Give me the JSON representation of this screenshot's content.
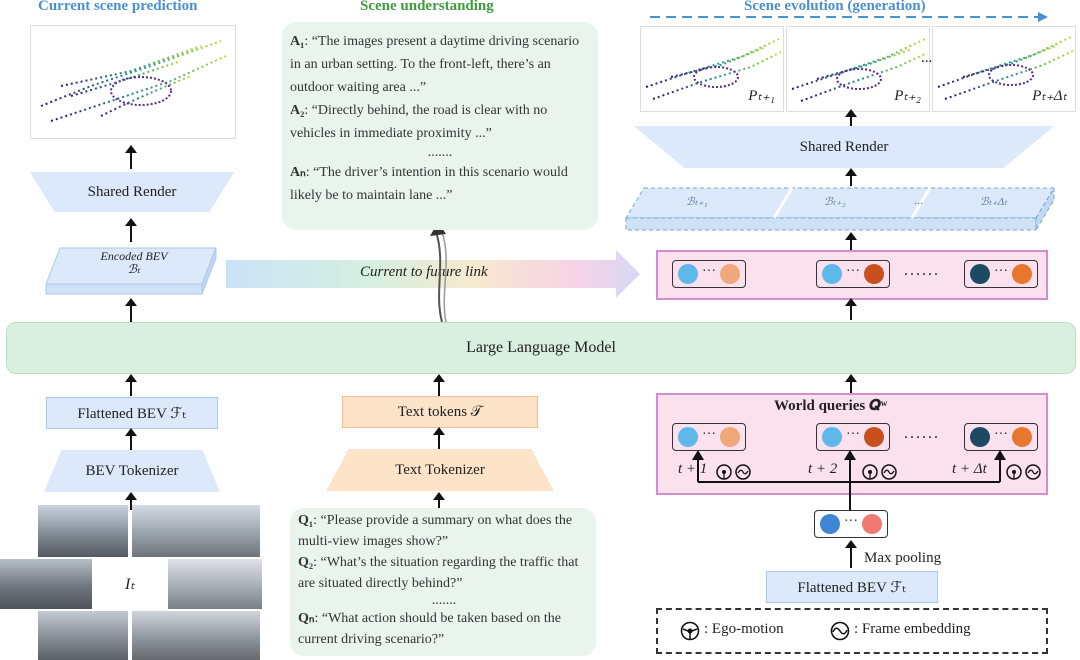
{
  "headings": {
    "current": "Current scene prediction",
    "understanding": "Scene understanding",
    "evolution": "Scene evolution (generation)"
  },
  "left": {
    "shared_render": "Shared Render",
    "encoded_bev_line1": "Encoded BEV",
    "encoded_bev_symbol": "ℬₜ",
    "flattened_bev": "Flattened BEV ℱₜ",
    "bev_tokenizer": "BEV Tokenizer",
    "image_label": "Iₜ"
  },
  "link_label": "Current to future link",
  "llm_label": "Large Language Model",
  "answers": [
    {
      "tag": "A₁",
      "text": "“The images present a daytime driving scenario in an urban setting. To the front-left, there’s an outdoor waiting area ...”"
    },
    {
      "tag": "A₂",
      "text": "“Directly behind, the road is clear with no vehicles in immediate proximity ...”"
    },
    {
      "tag": "Aₙ",
      "text": "“The driver’s intention in this scenario would likely be to maintain lane ...”"
    }
  ],
  "answers_dots": ".......",
  "middle": {
    "text_tokens": "Text tokens 𝒯",
    "text_tokenizer": "Text Tokenizer"
  },
  "questions": [
    {
      "tag": "Q₁",
      "text": "“Please provide a summary on what does the multi-view images show?”"
    },
    {
      "tag": "Q₂",
      "text": "“What’s the situation regarding the traffic that are situated directly behind?”"
    },
    {
      "tag": "Qₙ",
      "text": "“What action should be taken based on the current driving scenario?”"
    }
  ],
  "questions_dots": ".......",
  "right": {
    "pred_labels": [
      "Pₜ₊₁",
      "Pₜ₊₂",
      "Pₜ₊Δₜ"
    ],
    "pred_dots": "...",
    "shared_render": "Shared Render",
    "future_bev_labels": [
      "ℬₜ₊₁",
      "ℬₜ₊₂",
      "...",
      "ℬₜ₊Δₜ"
    ],
    "world_queries": "World queries 𝑸ʷ",
    "time_labels": [
      "t + 1",
      "t + 2",
      "t + Δt"
    ],
    "middle_dots": "......",
    "max_pooling": "Max pooling",
    "flattened_bev": "Flattened BEV ℱₜ",
    "legend_ego": ": Ego-motion",
    "legend_frame": ": Frame embedding"
  },
  "colors": {
    "blue_light": "#5eb8ec",
    "orange_light": "#f0a87a",
    "orange_dark": "#c9501c",
    "navy": "#1c4a63",
    "orange": "#e8772e",
    "pool_blue": "#3f86d4",
    "pool_red": "#f07a72"
  }
}
